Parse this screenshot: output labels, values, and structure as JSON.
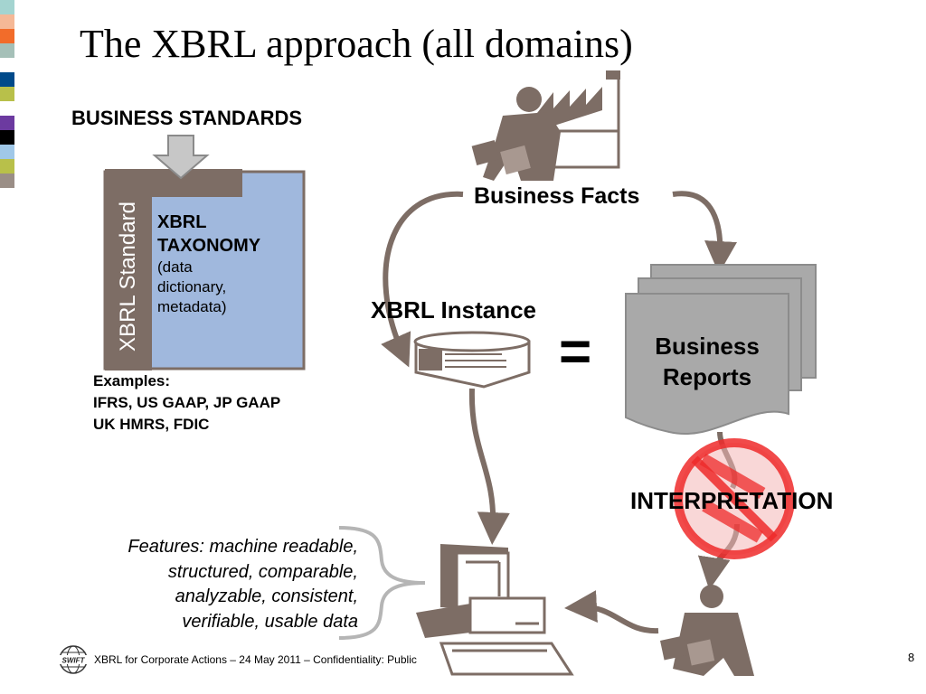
{
  "slide": {
    "title": "The XBRL approach (all domains)",
    "page_number": "8"
  },
  "left": {
    "business_standards": "BUSINESS STANDARDS",
    "xbrl_standard": "XBRL Standard",
    "taxonomy_line1": "XBRL",
    "taxonomy_line2": "TAXONOMY",
    "taxonomy_line3": "(data",
    "taxonomy_line4": "dictionary,",
    "taxonomy_line5": "metadata)",
    "examples_label": "Examples:",
    "examples_line1": "IFRS, US GAAP, JP GAAP",
    "examples_line2": "UK HMRS, FDIC"
  },
  "flow": {
    "business_facts": "Business Facts",
    "xbrl_instance": "XBRL Instance",
    "equals": "=",
    "reports_line1": "Business",
    "reports_line2": "Reports",
    "interpretation": "INTERPRETATION"
  },
  "features": {
    "line1": "Features: machine readable,",
    "line2": "structured, comparable,",
    "line3": "analyzable, consistent,",
    "line4": "verifiable, usable data"
  },
  "footer": {
    "logo_text": "SWIFT",
    "text": "XBRL for Corporate Actions –  24 May 2011 – Confidentiality: Public"
  },
  "colors": {
    "brown": "#7d6d65",
    "box_blue": "#a0b8dd",
    "gray": "#aaaaaa",
    "no_sign_red": "#ee2a2a",
    "color_bar": [
      "#a4d4d0",
      "#f5b896",
      "#f26c2a",
      "#a5c0b8",
      "#ffffff",
      "#004a8a",
      "#b8c04a",
      "#ffffff",
      "#6c3aa0",
      "#000000",
      "#a0c8e8",
      "#b8c04a",
      "#9a8e86"
    ]
  }
}
